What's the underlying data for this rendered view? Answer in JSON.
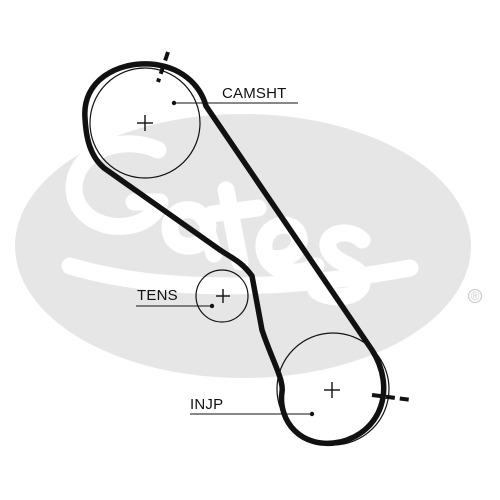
{
  "labels": {
    "camshaft": "CAMSHT",
    "tensioner": "TENS",
    "injection_pump": "INJP"
  },
  "watermark": {
    "registered_mark": "®"
  },
  "colors": {
    "belt": "#111111",
    "watermark": "#e6e6e6",
    "background": "#ffffff"
  }
}
